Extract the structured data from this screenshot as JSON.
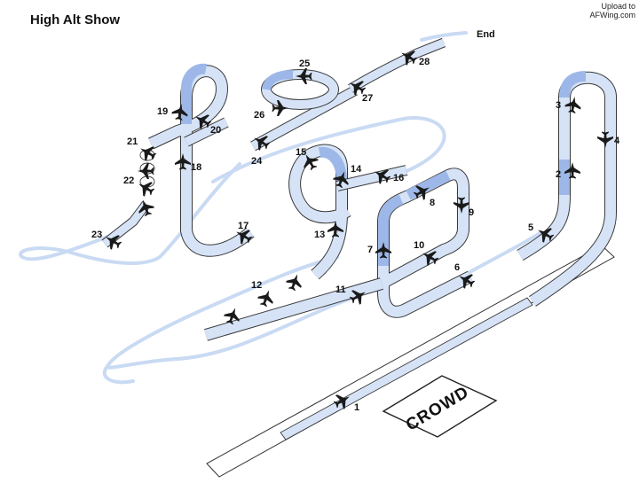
{
  "header": {
    "title": "High Alt Show",
    "credit_line1": "Upload to",
    "credit_line2": "AFWing.com"
  },
  "end_label": "End",
  "crowd_label": "CROWD",
  "maneuvers": [
    "1",
    "2",
    "3",
    "4",
    "5",
    "6",
    "7",
    "8",
    "9",
    "10",
    "11",
    "12",
    "13",
    "14",
    "15",
    "16",
    "17",
    "18",
    "19",
    "20",
    "21",
    "22",
    "23",
    "24",
    "25",
    "26",
    "27",
    "28"
  ],
  "colors": {
    "ribbon_fill": "#d6e3f7",
    "ribbon_dark": "#9db8e8",
    "ribbon_stroke": "#3a3a3a",
    "jet": "#1a1a1a",
    "text": "#111111"
  },
  "icons": {
    "aircraft": "fighter-jet-icon"
  }
}
